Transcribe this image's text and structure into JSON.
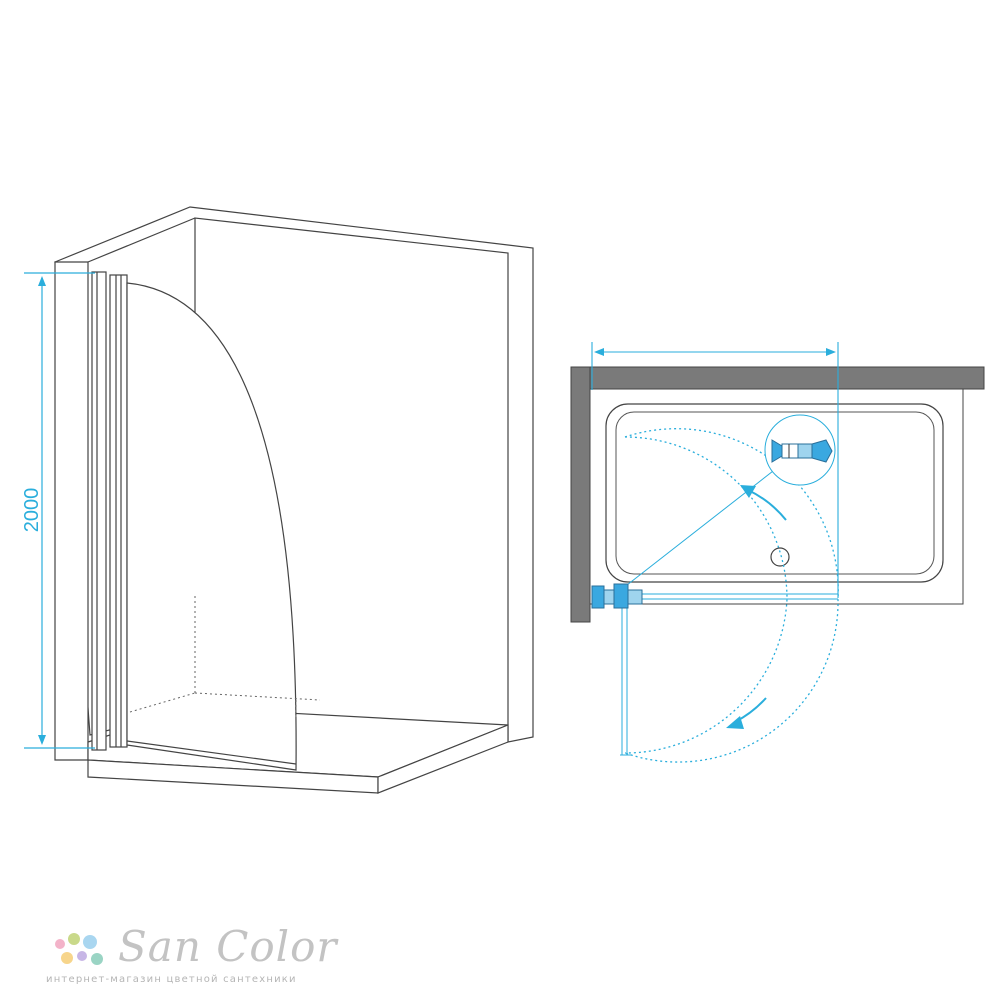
{
  "dimensions": {
    "height_label": "2000"
  },
  "colors": {
    "line": "#444444",
    "accent": "#2aaedc",
    "wall_fill": "#7a7a7a",
    "hardware_blue": "#3aa8e0"
  },
  "icons": {
    "rotation_arrow_inward": "curved-arrow-icon",
    "rotation_arrow_outward": "curved-arrow-icon"
  },
  "logo": {
    "brand": "San Color",
    "tagline": "интернет-магазин цветной сантехники",
    "dot_colors": [
      "#f3b3c9",
      "#c9d98a",
      "#a9d6f0",
      "#f7d58b",
      "#c7b6e6",
      "#9ad4c4"
    ]
  }
}
